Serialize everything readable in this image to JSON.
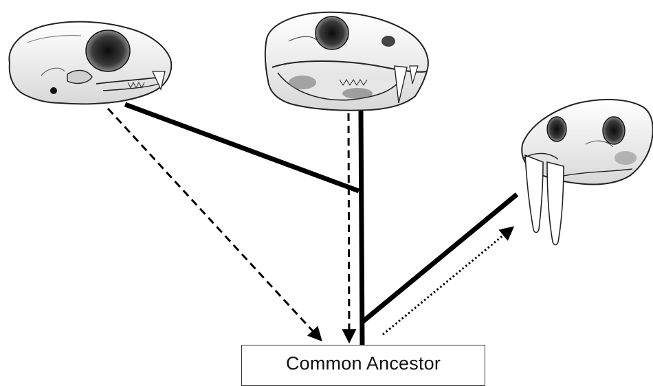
{
  "ancestor": {
    "label": "Common Ancestor"
  },
  "nodes": [
    {
      "id": "left-skull",
      "icon": "feline-skull-icon"
    },
    {
      "id": "middle-skull",
      "icon": "pantherine-skull-icon"
    },
    {
      "id": "right-skull",
      "icon": "sabertooth-skull-icon"
    }
  ],
  "connectors": {
    "solid": "tree-branch",
    "dashed": "arrow-to-ancestor",
    "dotted": "arrow-from-ancestor"
  },
  "colors": {
    "line": "#000000",
    "skull_fill": "#f4f4f4",
    "skull_shade": "#2b2b2b"
  }
}
